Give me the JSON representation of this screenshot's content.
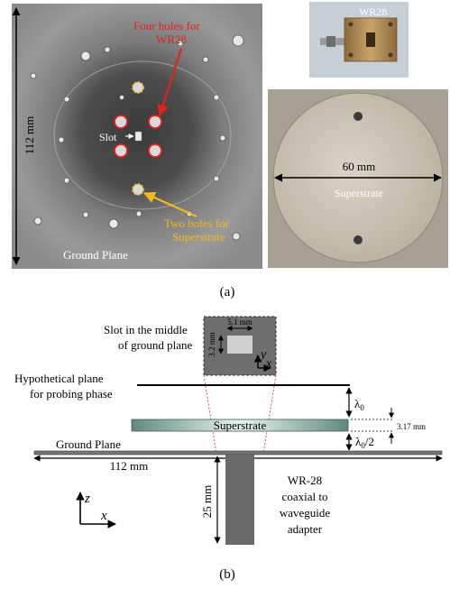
{
  "part_a": {
    "caption": "(a)",
    "dimension_112": "112 mm",
    "annotation_four_holes_line1": "Four holes for",
    "annotation_four_holes_line2": "WR28",
    "annotation_slot": "Slot",
    "annotation_two_holes_line1": "Two holes for",
    "annotation_two_holes_line2": "Superstrate",
    "ground_plane_label": "Ground Plane",
    "wr28_label": "WR28",
    "dimension_60": "60 mm",
    "superstrate_label": "Superstrate"
  },
  "part_b": {
    "caption": "(b)",
    "slot_note_line1": "Slot in the middle",
    "slot_note_line2": "of ground plane",
    "slot_width": "5.1 mm",
    "slot_height": "3.2 mm",
    "axis_y": "y",
    "axis_x": "x",
    "probe_plane_line1": "Hypothetical plane",
    "probe_plane_line2": "for probing phase",
    "lambda0": "λ",
    "lambda0_sub": "0",
    "superstrate_label": "Superstrate",
    "thickness": "3.17 mm",
    "half_lambda_a": "λ",
    "half_lambda_sub": "0",
    "half_lambda_b": "/2",
    "ground_plane_label": "Ground Plane",
    "ground_width": "112 mm",
    "adapter_line1": "WR-28",
    "adapter_line2": "coaxial to",
    "adapter_line3": "waveguide",
    "adapter_line4": "adapter",
    "adapter_length": "25 mm",
    "axes_z": "z",
    "axes_x": "x"
  },
  "colors": {
    "red_annotation": "#e0231c",
    "yellow_annotation": "#f2b81c",
    "superstrate_teal": "#5f8a80"
  }
}
